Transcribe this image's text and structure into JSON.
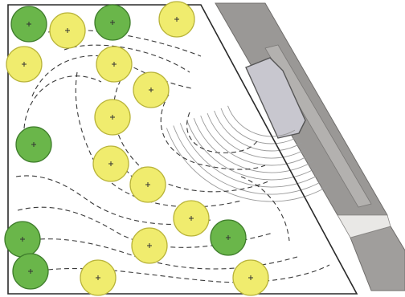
{
  "colors": {
    "paper": "#fbfbf8",
    "outline": "#2a2a2a",
    "contour": "#3a3a3a",
    "tree_green_fill": "#6ab64a",
    "tree_green_edge": "#3f7d2c",
    "tree_yellow_fill": "#f0ec6e",
    "tree_yellow_edge": "#b9b43a",
    "pavement": "#9a9896",
    "pavement_light": "#b3b1af",
    "structure_fill": "#c8c7cf",
    "structure_edge": "#555555",
    "amphitheatre_lines": "#9a9a9a"
  },
  "legend_semantics": {
    "green_tree": "evergreen-tree-canopy",
    "yellow_tree": "deciduous-tree-canopy",
    "dashed_line": "contour-line",
    "arc_lines": "amphitheatre-terraces",
    "grey_band": "paved-walkway"
  },
  "trees": [
    {
      "kind": "green"
    },
    {
      "kind": "yellow"
    },
    {
      "kind": "green"
    },
    {
      "kind": "yellow"
    },
    {
      "kind": "yellow"
    },
    {
      "kind": "yellow"
    },
    {
      "kind": "yellow"
    },
    {
      "kind": "yellow"
    },
    {
      "kind": "green"
    },
    {
      "kind": "yellow"
    },
    {
      "kind": "yellow"
    },
    {
      "kind": "yellow"
    },
    {
      "kind": "green"
    },
    {
      "kind": "yellow"
    },
    {
      "kind": "green"
    },
    {
      "kind": "green"
    },
    {
      "kind": "yellow"
    },
    {
      "kind": "yellow"
    }
  ]
}
